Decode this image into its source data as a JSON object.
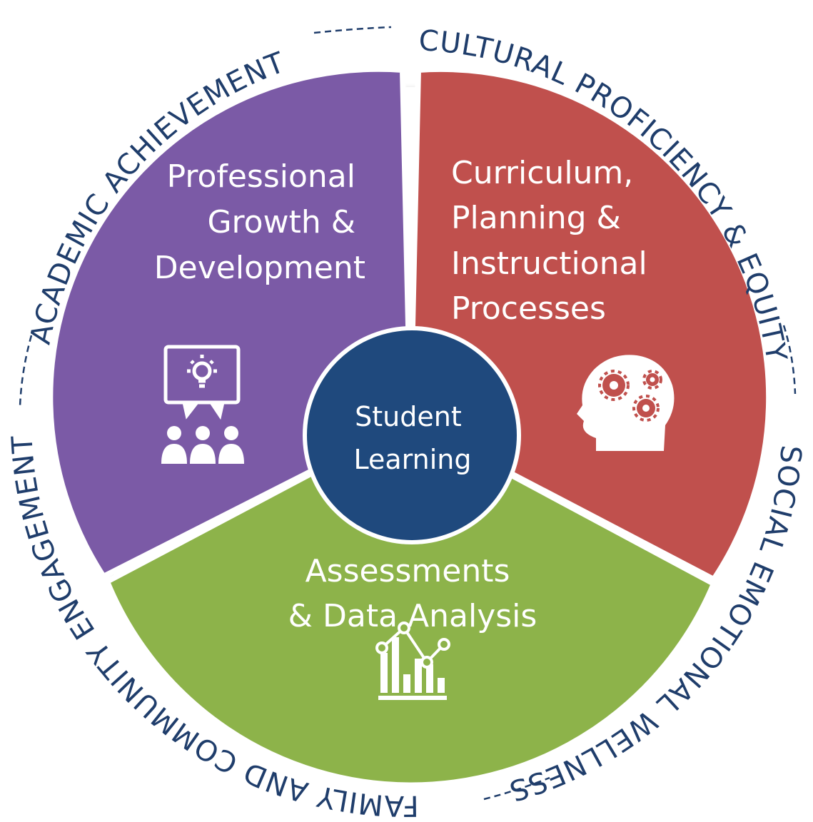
{
  "center": {
    "line1": "Student",
    "line2": "Learning"
  },
  "segments": {
    "professional": {
      "line1": "Professional",
      "line2": "Growth &",
      "line3": "Development",
      "color": "#7b5aa6",
      "icon": "presentation-audience-icon"
    },
    "curriculum": {
      "line1": "Curriculum,",
      "line2": "Planning &",
      "line3": "Instructional",
      "line4": "Processes",
      "color": "#c0504d",
      "icon": "head-gears-icon"
    },
    "assessments": {
      "line1": "Assessments",
      "line2": "& Data Analysis",
      "color": "#8db34a",
      "icon": "bar-line-chart-icon"
    }
  },
  "center_color": "#1f497d",
  "ring": {
    "cultural": "CULTURAL PROFICIENCY & EQUITY",
    "social": "SOCIAL EMOTIONAL WELLNESS",
    "family": "FAMILY AND COMMUNITY ENGAGEMENT",
    "academic": "ACADEMIC ACHIEVEMENT",
    "color": "#1f3d6b"
  }
}
